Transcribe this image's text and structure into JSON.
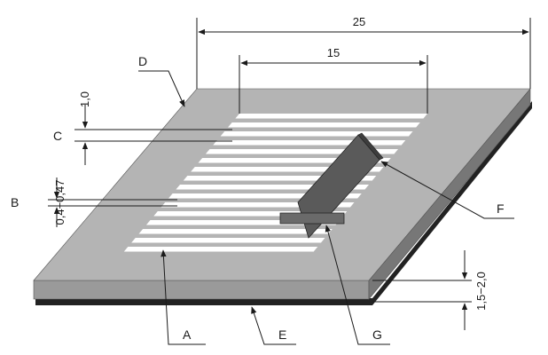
{
  "dimensions": {
    "overall_width": "25",
    "stripe_width": "15",
    "c_spacing": "1,0",
    "b_spacing": "0,4−0,47",
    "thickness": "1,5−2,0"
  },
  "labels": {
    "A": "A",
    "B": "B",
    "C": "C",
    "D": "D",
    "E": "E",
    "F": "F",
    "G": "G"
  },
  "colors": {
    "plate_top": "#b4b4b4",
    "plate_front": "#9a9a9a",
    "plate_side": "#777777",
    "base": "#222222",
    "stripe": "#ffffff",
    "probe": "#5a5a5a",
    "probe_dark": "#3d3d3d",
    "ink": "#1a1a1a"
  }
}
